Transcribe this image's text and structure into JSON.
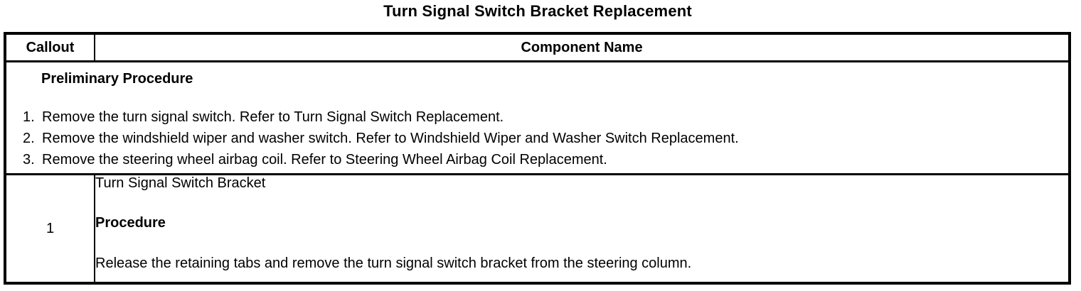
{
  "title": "Turn Signal Switch Bracket Replacement",
  "table": {
    "header": {
      "callout": "Callout",
      "component": "Component Name"
    },
    "preliminary": {
      "heading": "Preliminary Procedure",
      "steps": [
        {
          "num": "1.",
          "text": "Remove the turn signal switch. Refer to Turn Signal Switch Replacement."
        },
        {
          "num": "2.",
          "text": "Remove the windshield wiper and washer switch. Refer to Windshield Wiper and Washer Switch Replacement."
        },
        {
          "num": "3.",
          "text": "Remove the steering wheel airbag coil. Refer to Steering Wheel Airbag Coil Replacement."
        }
      ]
    },
    "rows": [
      {
        "callout": "1",
        "component_name": "Turn Signal Switch Bracket",
        "procedure_heading": "Procedure",
        "procedure_text": "Release the retaining tabs and remove the turn signal switch bracket from the steering column."
      }
    ]
  },
  "colors": {
    "text": "#000000",
    "border": "#000000",
    "background": "#ffffff"
  }
}
